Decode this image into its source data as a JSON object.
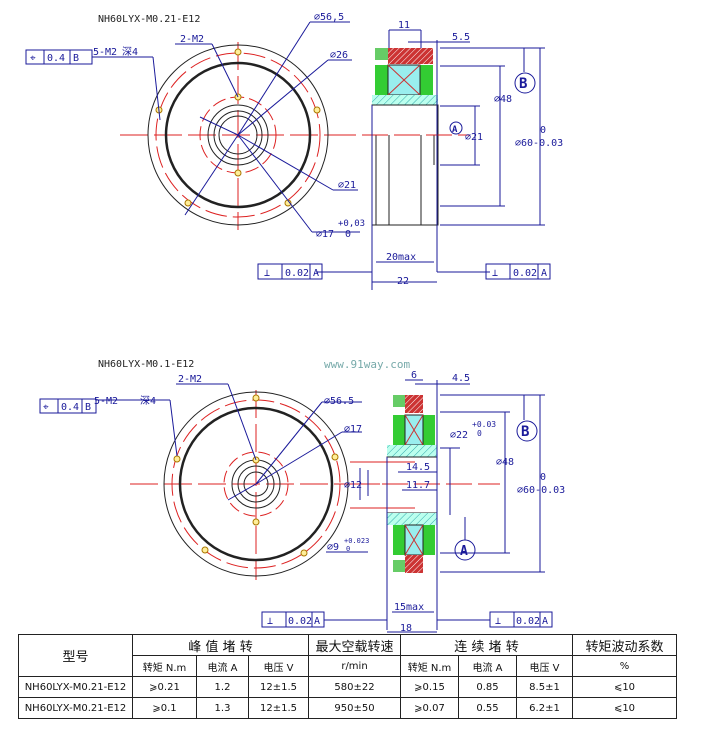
{
  "drawing_top": {
    "title": "NH60LYX-M0.21-E12",
    "tol_frame": {
      "symbol": "⌖",
      "value": "0.4",
      "datum": "B"
    },
    "holes_label": "5-M2",
    "depth_label": "深4",
    "tapped_label": "2-M2",
    "d56": "⌀56,5",
    "d26": "⌀26",
    "d21": "⌀21",
    "d17": "⌀17",
    "d17_tol_upper": "+0,03",
    "d17_tol_lower": "0",
    "dim_11": "11",
    "dim_5_5": "5.5",
    "dim_48": "⌀48",
    "dim_21": "⌀21",
    "dim_60": "⌀60-0.03",
    "dim_60_upper": "0",
    "datum_a": "A",
    "datum_b": "B",
    "dim_20max": "20max",
    "dim_22": "22",
    "perp_left": {
      "symbol": "⊥",
      "value": "0.02",
      "datum": "A"
    },
    "perp_right": {
      "symbol": "⊥",
      "value": "0.02",
      "datum": "A"
    }
  },
  "drawing_bottom": {
    "title": "NH60LYX-M0.1-E12",
    "watermark": "www.91way.com",
    "tol_frame": {
      "symbol": "⌖",
      "value": "0.4",
      "datum": "B"
    },
    "holes_label": "5-M2",
    "depth_label": "深4",
    "tapped_label": "2-M2",
    "d56": "⌀56.5",
    "d17": "⌀17",
    "d12": "⌀12",
    "d9": "⌀9",
    "d9_tol_upper": "+0.023",
    "d9_tol_lower": "0",
    "dim_6": "6",
    "dim_4_5": "4.5",
    "d22": "⌀22",
    "d22_tol_upper": "+0.03",
    "d22_tol_lower": "0",
    "dim_14_5": "14.5",
    "dim_11_7": "11.7",
    "dim_48": "⌀48",
    "dim_60": "⌀60-0.03",
    "dim_60_upper": "0",
    "datum_a": "A",
    "datum_b": "B",
    "dim_15max": "15max",
    "dim_18": "18",
    "perp_left": {
      "symbol": "⊥",
      "value": "0.02",
      "datum": "A"
    },
    "perp_right": {
      "symbol": "⊥",
      "value": "0.02",
      "datum": "A"
    }
  },
  "table": {
    "model_header": "型号",
    "peak_header": "峰 值 堵 转",
    "speed_header": "最大空载转速",
    "cont_header": "连 续 堵 转",
    "ripple_header": "转矩波动系数",
    "sub": [
      "转矩 N.m",
      "电流 A",
      "电压 V",
      "r/min",
      "转矩 N.m",
      "电流 A",
      "电压 V",
      "%"
    ],
    "rows": [
      [
        "NH60LYX-M0.21-E12",
        "⩾0.21",
        "1.2",
        "12±1.5",
        "580±22",
        "⩾0.15",
        "0.85",
        "8.5±1",
        "⩽10"
      ],
      [
        "NH60LYX-M0.21-E12",
        "⩾0.1",
        "1.3",
        "12±1.5",
        "950±50",
        "⩾0.07",
        "0.55",
        "6.2±1",
        "⩽10"
      ]
    ]
  }
}
